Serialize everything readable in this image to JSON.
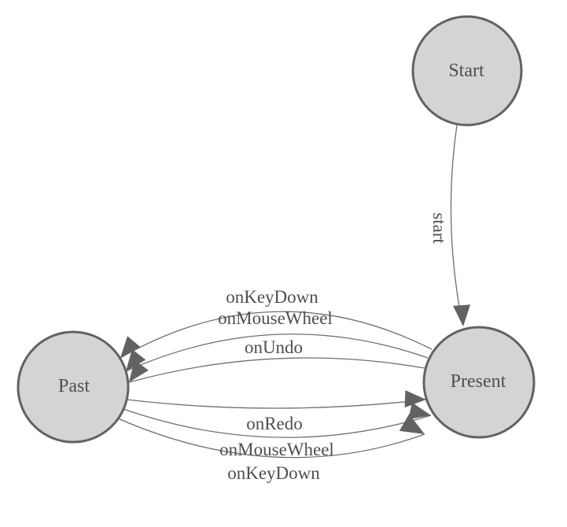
{
  "diagram": {
    "type": "state-machine-graph",
    "background": "#ffffff",
    "colors": {
      "node_fill": "#d4d4d4",
      "node_border": "#626262",
      "edge_line": "#6f6f6f",
      "arrowhead": "#626262",
      "label_text": "#4f4f51"
    },
    "nodes": [
      {
        "id": "start",
        "label": "Start"
      },
      {
        "id": "present",
        "label": "Present"
      },
      {
        "id": "past",
        "label": "Past"
      }
    ],
    "edges": [
      {
        "from": "Start",
        "to": "Present",
        "label": "start"
      },
      {
        "from": "Present",
        "to": "Past",
        "label": "onKeyDown"
      },
      {
        "from": "Present",
        "to": "Past",
        "label": "onMouseWheel"
      },
      {
        "from": "Present",
        "to": "Past",
        "label": "onUndo"
      },
      {
        "from": "Past",
        "to": "Present",
        "label": "onRedo"
      },
      {
        "from": "Past",
        "to": "Present",
        "label": "onMouseWheel"
      },
      {
        "from": "Past",
        "to": "Present",
        "label": "onKeyDown"
      }
    ]
  }
}
